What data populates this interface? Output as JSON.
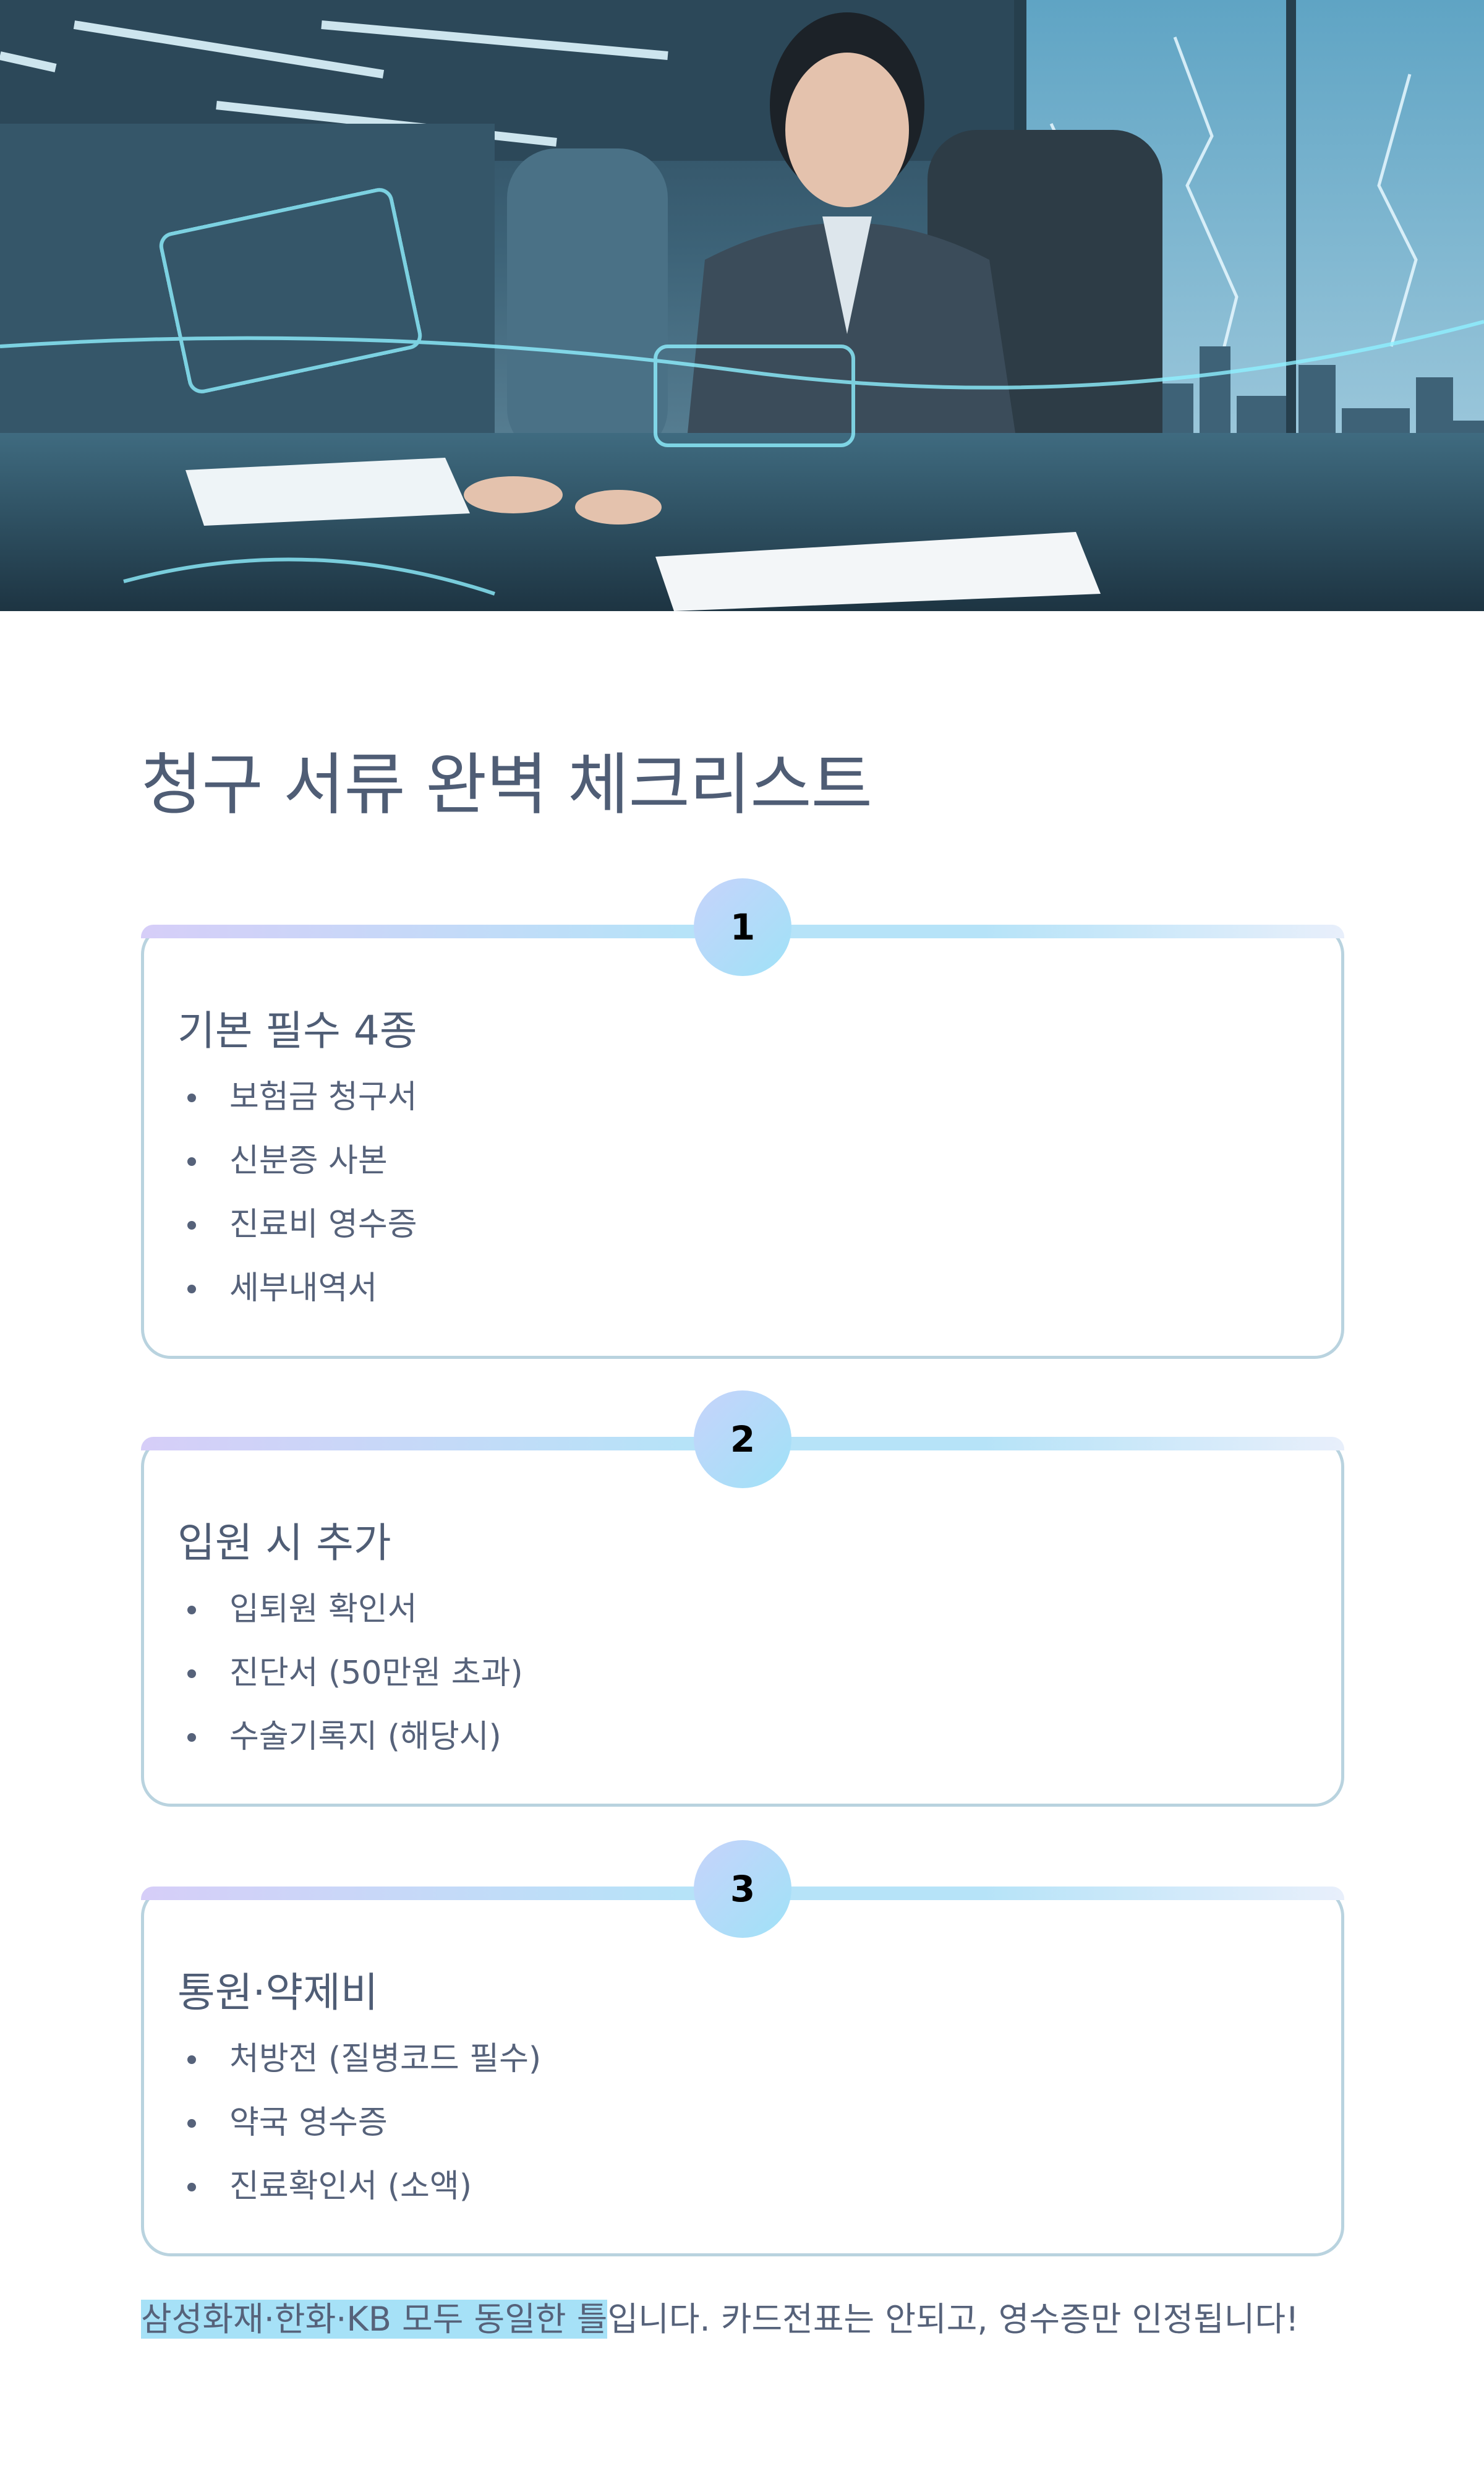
{
  "hero": {
    "image_description_icon": "office-photo"
  },
  "page_title": "청구 서류 완벽 체크리스트",
  "cards": [
    {
      "number": "1",
      "heading": "기본 필수 4종",
      "items": [
        "보험금 청구서",
        "신분증 사본",
        "진료비 영수증",
        "세부내역서"
      ]
    },
    {
      "number": "2",
      "heading": "입원 시 추가",
      "items": [
        "입퇴원 확인서",
        "진단서 (50만원 초과)",
        "수술기록지 (해당시)"
      ]
    },
    {
      "number": "3",
      "heading": "통원·약제비",
      "items": [
        "처방전 (질병코드 필수)",
        "약국 영수증",
        "진료확인서 (소액)"
      ]
    }
  ],
  "note": {
    "highlight": "삼성화재·한화·KB 모두 동일한 틀",
    "rest": "입니다. 카드전표는 안되고, 영수증만 인정됩니다!"
  },
  "colors": {
    "text": "#4f5d75",
    "card_border": "#b9d3df",
    "highlight": "#a6e1f7",
    "badge_start": "#c7d3fb",
    "badge_end": "#9fe2f7"
  }
}
